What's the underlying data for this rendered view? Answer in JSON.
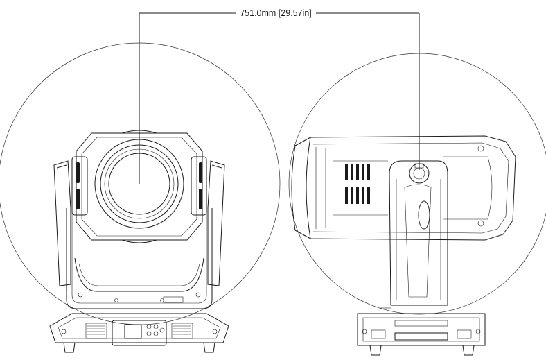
{
  "dimension": {
    "label": "751.0mm [29.57in]"
  },
  "views": [
    {
      "id": "front",
      "description_icon": "moving-head-front-icon"
    },
    {
      "id": "side",
      "description_icon": "moving-head-side-icon"
    }
  ]
}
